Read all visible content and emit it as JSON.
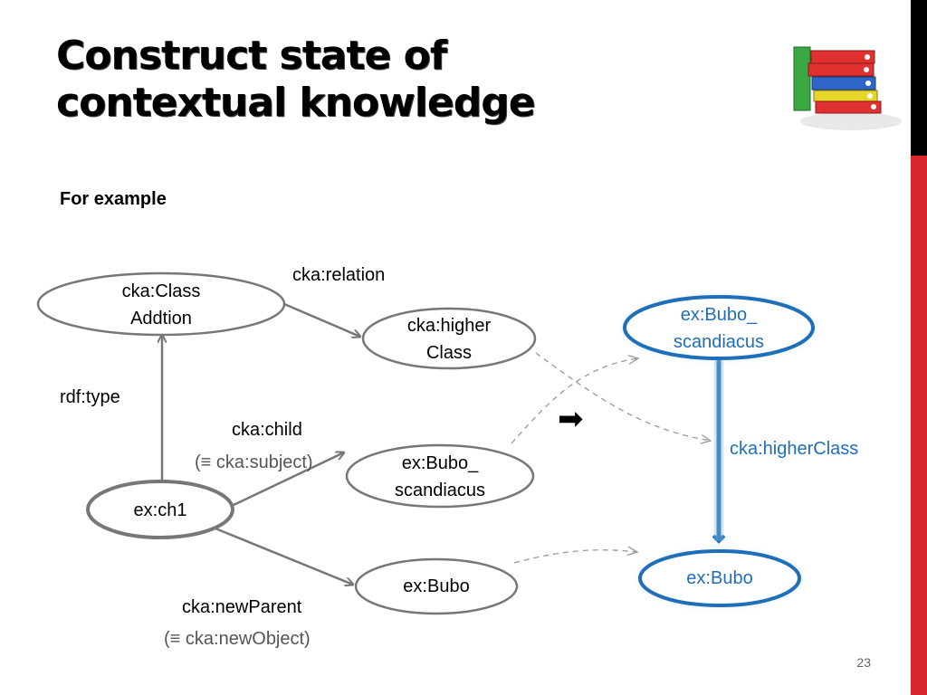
{
  "slide": {
    "title_line1": "Construct state of",
    "title_line2": "contextual knowledge",
    "subtitle": "For example",
    "page_number": "23",
    "accent_color": "#d9272e",
    "highlight_color": "#1f6fb8"
  },
  "diagram": {
    "nodes": {
      "class_addition": {
        "line1": "cka:Class",
        "line2": "Addtion"
      },
      "higher_class": {
        "line1": "cka:higher",
        "line2": "Class"
      },
      "ch1": {
        "label": "ex:ch1"
      },
      "bubo_scandiacus": {
        "line1": "ex:Bubo_",
        "line2": "scandiacus"
      },
      "bubo": {
        "label": "ex:Bubo"
      },
      "result_bubo_scandiacus": {
        "line1": "ex:Bubo_",
        "line2": "scandiacus"
      },
      "result_bubo": {
        "label": "ex:Bubo"
      }
    },
    "edge_labels": {
      "relation": "cka:relation",
      "rdf_type": "rdf:type",
      "child": "cka:child",
      "child_equiv": "(≡ cka:subject)",
      "new_parent": "cka:newParent",
      "new_parent_equiv": "(≡ cka:newObject)",
      "higher_class": "cka:higherClass"
    },
    "transform_arrow": "➡"
  },
  "icons": {
    "binders": "binders-stack-icon"
  }
}
